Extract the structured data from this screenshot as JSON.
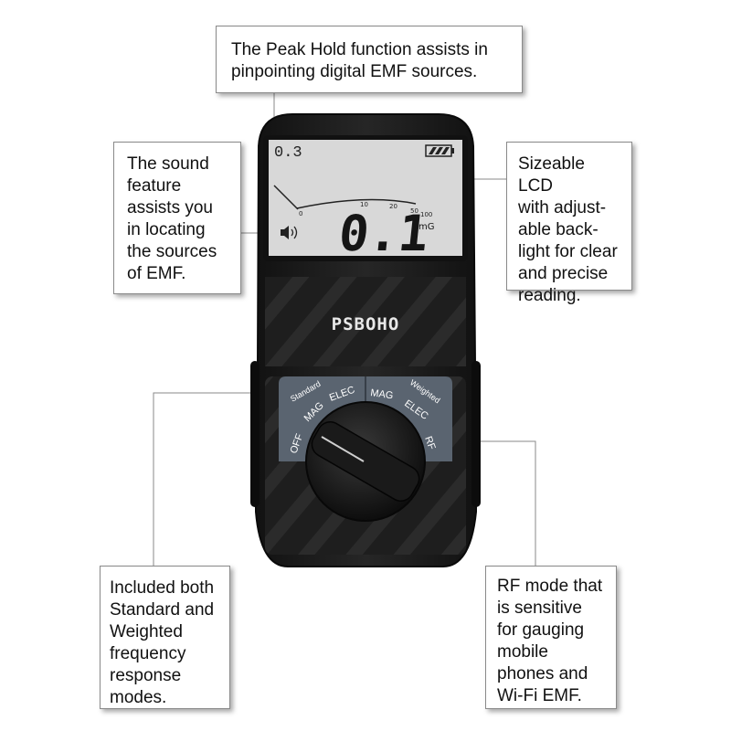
{
  "callouts": {
    "peak_hold": "The Peak Hold function assists in\npinpointing digital EMF sources.",
    "sound": "The sound\nfeature\nassists you\nin locating\nthe sources\nof EMF.",
    "lcd": "Sizeable LCD\nwith adjust-\nable back-\nlight for clear\nand precise\nreading.",
    "modes": "Included both\nStandard and\nWeighted\nfrequency\nresponse\nmodes.",
    "rf": "RF mode that\nis sensitive\nfor gauging\nmobile\nphones and\nWi-Fi EMF."
  },
  "lcd": {
    "peak_value": "0.3",
    "reading": "0.1",
    "unit": "mG",
    "scale_ticks": [
      "0",
      "10",
      "20",
      "50",
      "100"
    ]
  },
  "brand": "PSBOHO",
  "dial": {
    "group_standard": "Standard",
    "group_weighted": "Weighted",
    "positions": [
      "OFF",
      "MAG",
      "ELEC",
      "MAG",
      "ELEC",
      "RF"
    ]
  },
  "colors": {
    "body": "#1c1c1c",
    "lcd_background": "#d8d8d8",
    "dial_band": "#5a6470"
  }
}
